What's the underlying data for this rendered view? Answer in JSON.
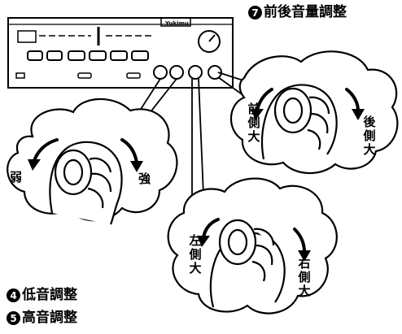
{
  "captions": {
    "front_rear": {
      "number": "7",
      "label": "前後音量調整"
    },
    "bass": {
      "number": "4",
      "label": "低音調整"
    },
    "treble": {
      "number": "5",
      "label": "高音調整"
    }
  },
  "panel": {
    "brand": "Yukimu"
  },
  "hand_labels": {
    "weak": "弱",
    "strong": "強",
    "front": "前側大",
    "rear": "後側大",
    "left": "左側大",
    "right": "右側大"
  },
  "colors": {
    "ink": "#000000",
    "paper": "#ffffff"
  }
}
